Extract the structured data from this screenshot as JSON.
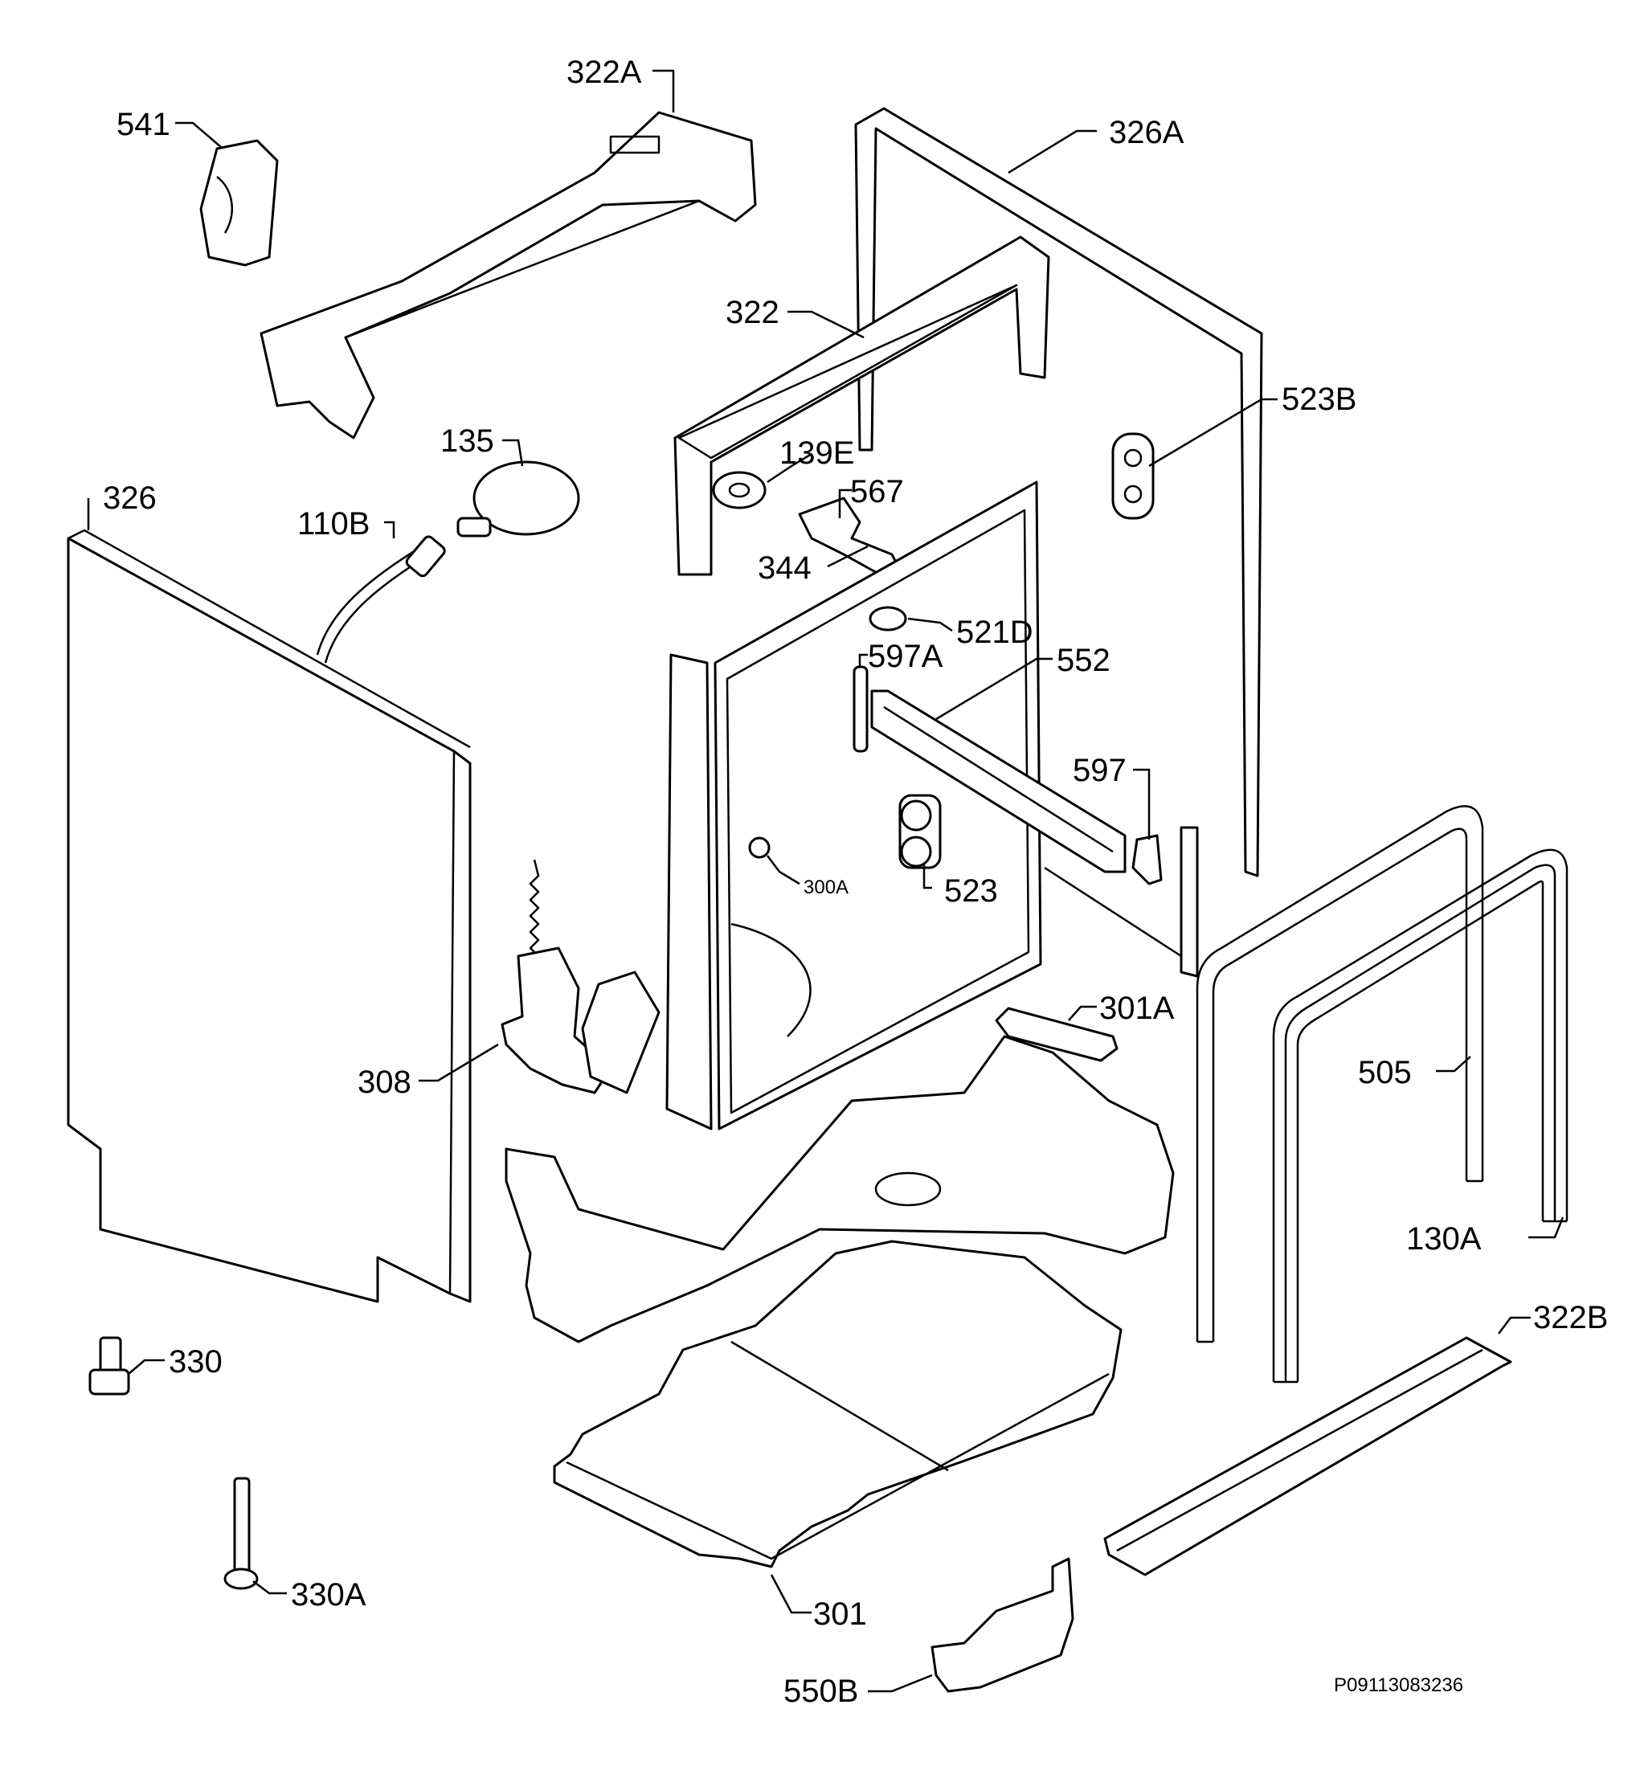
{
  "diagram": {
    "labels": {
      "l541": "541",
      "l322a": "322A",
      "l326a": "326A",
      "l322": "322",
      "l523b": "523B",
      "l135": "135",
      "l139e": "139E",
      "l567": "567",
      "l326": "326",
      "l110b": "110B",
      "l344": "344",
      "l521d": "521D",
      "l597a": "597A",
      "l552": "552",
      "l597": "597",
      "l300a": "300A",
      "l523": "523",
      "l301a": "301A",
      "l505": "505",
      "l308": "308",
      "l130a": "130A",
      "l322b": "322B",
      "l330": "330",
      "l330a": "330A",
      "l301": "301",
      "l550b": "550B"
    },
    "drawing_code": "P09113083236"
  }
}
